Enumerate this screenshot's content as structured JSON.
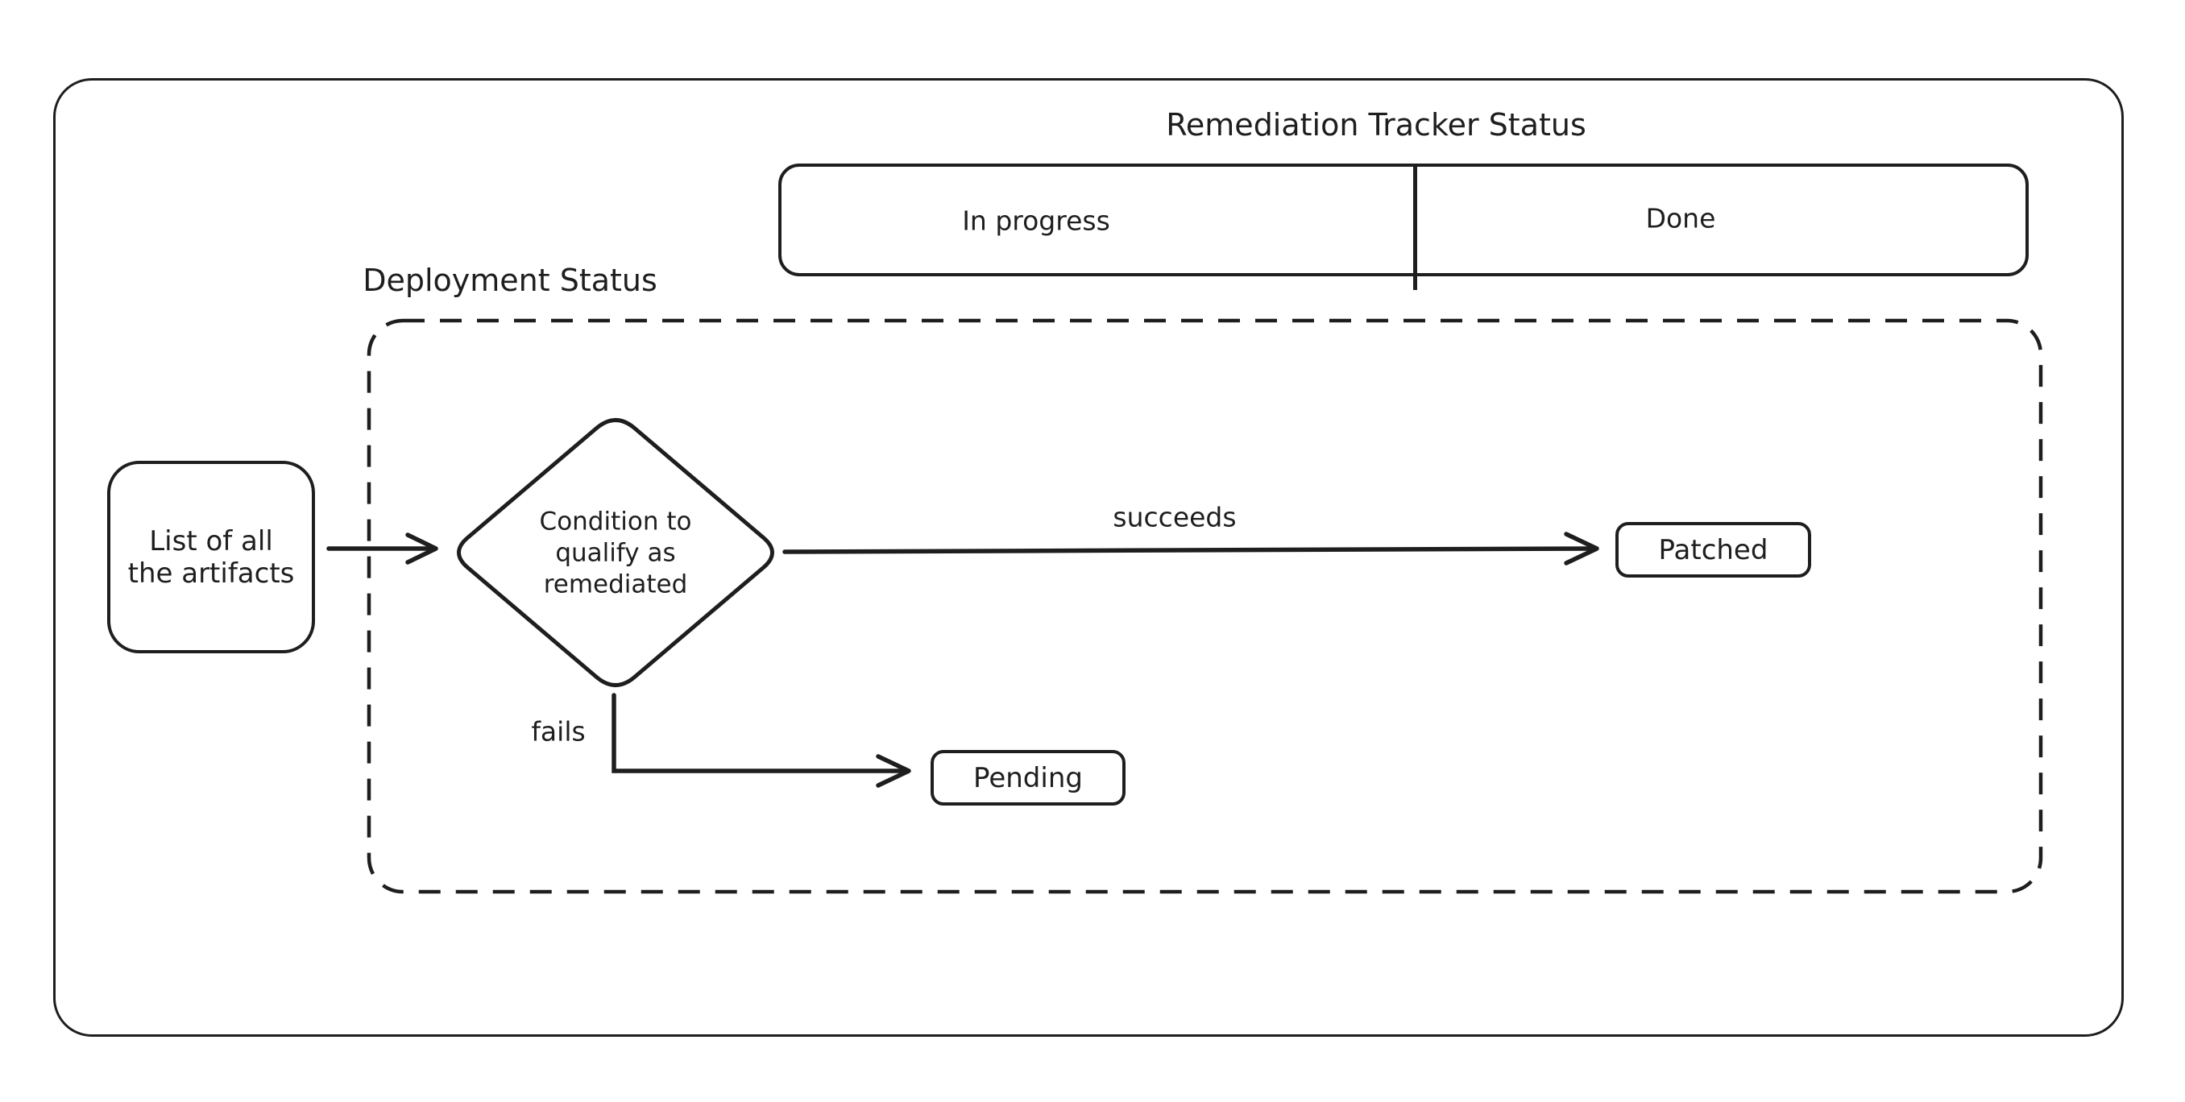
{
  "colors": {
    "stroke": "#1e1e1e",
    "background": "#ffffff"
  },
  "title": "Remediation Tracker Status",
  "tracker": {
    "columns": [
      {
        "label": "In progress"
      },
      {
        "label": "Done"
      }
    ]
  },
  "deployment": {
    "label": "Deployment Status"
  },
  "nodes": {
    "artifacts": {
      "label": "List of all\nthe artifacts"
    },
    "condition": {
      "label": "Condition to\nqualify as\nremediated"
    },
    "patched": {
      "label": "Patched"
    },
    "pending": {
      "label": "Pending"
    }
  },
  "edges": {
    "succeeds": {
      "label": "succeeds"
    },
    "fails": {
      "label": "fails"
    }
  }
}
